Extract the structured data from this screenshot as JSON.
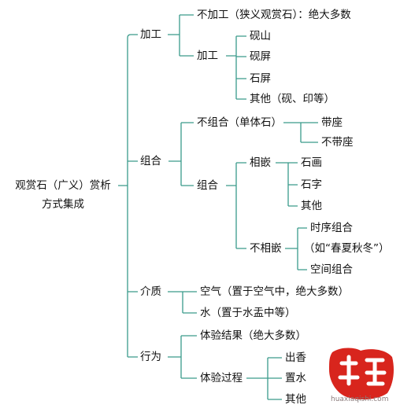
{
  "root": {
    "line1": "观赏石（广义）赏析",
    "line2": "方式集成"
  },
  "branches": {
    "jiagong": {
      "label": "加工",
      "bujiagong": "不加工（狭义观赏石）：绝大多数",
      "jiagong_sub": {
        "label": "加工",
        "items": [
          "砚山",
          "砚屏",
          "石屏",
          "其他（砚、印等）"
        ]
      }
    },
    "zuhe": {
      "label": "组合",
      "buzuhe": {
        "label": "不组合（单体石）",
        "items": [
          "带座",
          "不带座"
        ]
      },
      "zuhe_sub": {
        "label": "组合",
        "xiangqian": {
          "label": "相嵌",
          "items": [
            "石画",
            "石字",
            "其他"
          ]
        },
        "buxiangqian": {
          "label": "不相嵌",
          "items": [
            "时序组合",
            "（如“春夏秋冬”）",
            "空间组合"
          ]
        }
      }
    },
    "jiezhi": {
      "label": "介质",
      "items": [
        "空气（置于空气中，绝大多数）",
        "水（置于水盂中等）"
      ]
    },
    "xingwei": {
      "label": "行为",
      "tiyanjieguo": "体验结果（绝大多数）",
      "tiyanguocheng": {
        "label": "体验过程",
        "items": [
          "出香",
          "置水",
          "其他"
        ]
      }
    }
  },
  "watermark": {
    "text": "huaxiaqishi.com"
  },
  "colors": {
    "connector": "#3a9b8b",
    "seal": "#d8251d"
  }
}
